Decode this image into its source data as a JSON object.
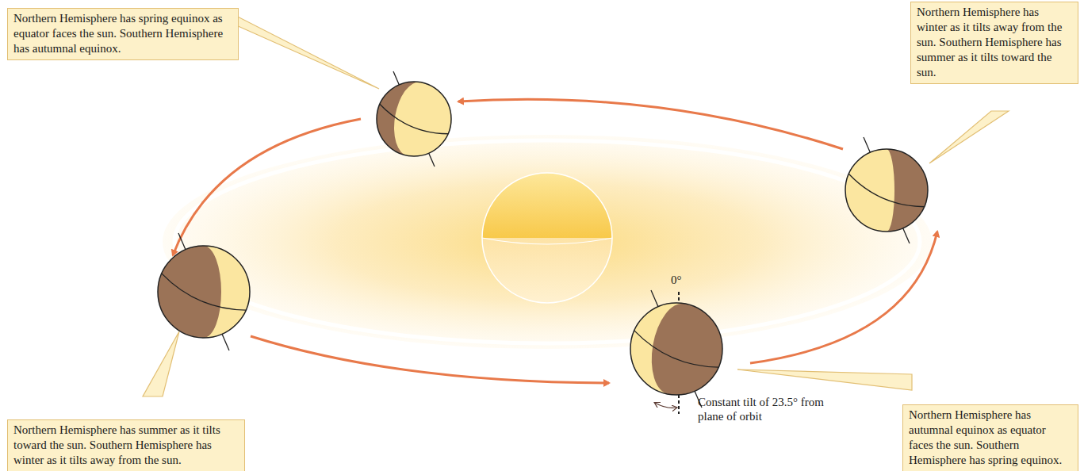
{
  "diagram": {
    "nodes": [
      {
        "text": [
          "Northern Hemisphere has spring equinox as equator faces the sun. Southern Hemisphere has autumnal equinox."
        ]
      },
      {
        "text": [
          "Northern Hemisphere has winter as it tilts away from the sun. Southern Hemisphere has summer as it tilts toward the sun."
        ]
      },
      {
        "text": [
          "Northern Hemisphere has summer as it tilts toward the sun. Southern Hemisphere has winter as it tilts away from the sun."
        ]
      },
      {
        "text": [
          "Northern Hemisphere has autumnal equinox as equator faces the sun. Southern Hemisphere has spring equinox."
        ]
      }
    ],
    "labels": [
      "0°",
      "Constant tilt of 23.5° from plane of orbit"
    ]
  }
}
